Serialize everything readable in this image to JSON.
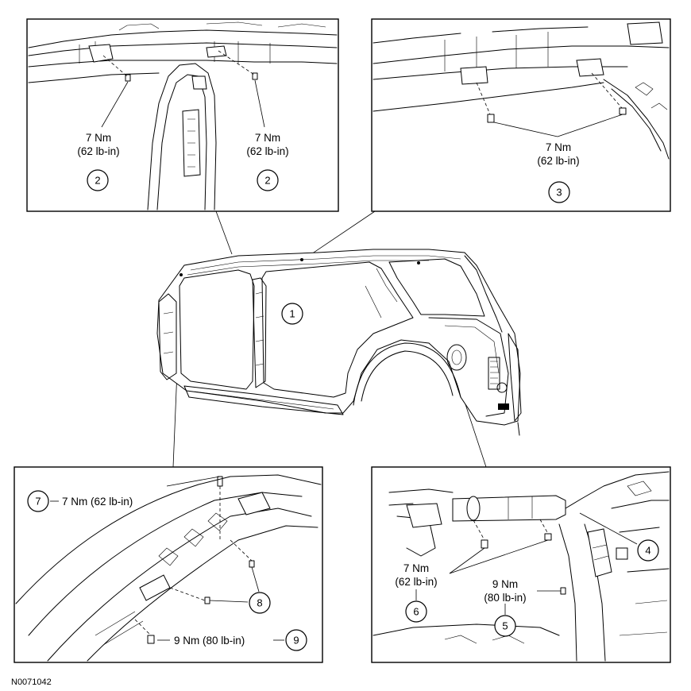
{
  "figure_id": "N0071042",
  "callouts": {
    "c1": "1",
    "c2a": "2",
    "c2b": "2",
    "c3": "3",
    "c4": "4",
    "c5": "5",
    "c6": "6",
    "c7": "7",
    "c8": "8",
    "c9": "9"
  },
  "torque": {
    "nm7": "7 Nm",
    "lbin62": "(62 lb-in)",
    "nm9": "9 Nm",
    "lbin80": "(80 lb-in)",
    "inline_7": "7 Nm (62 lb-in)",
    "inline_9": "9 Nm (80 lb-in)"
  }
}
